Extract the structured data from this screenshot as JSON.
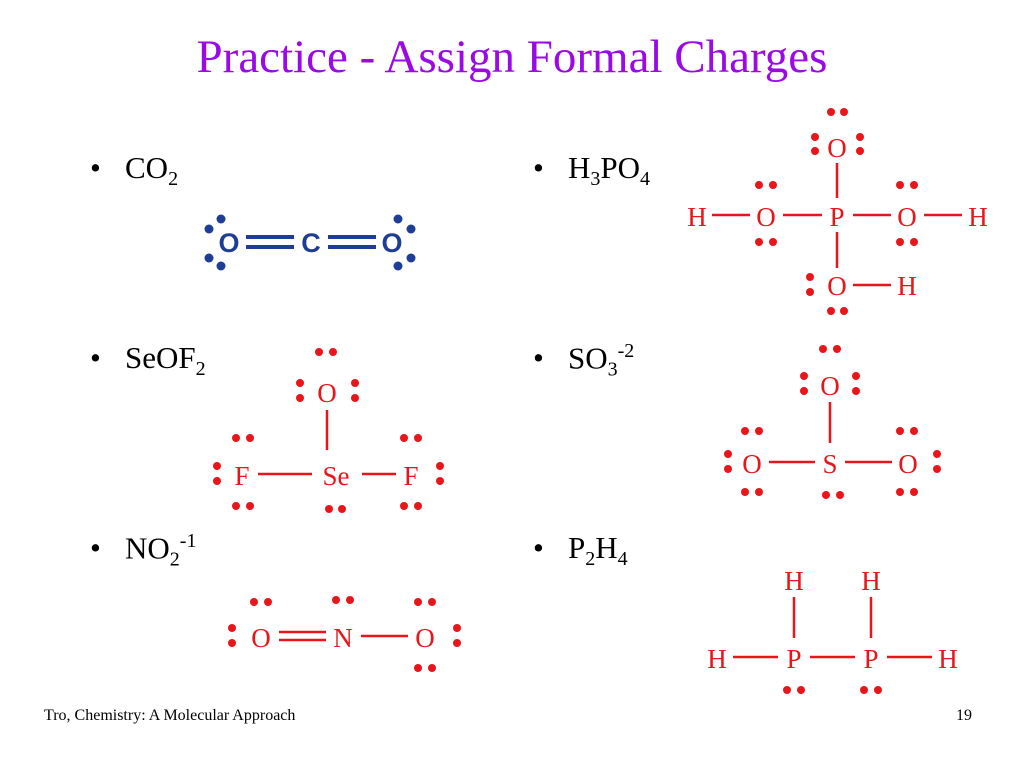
{
  "title": "Practice - Assign Formal Charges",
  "bullet": "•",
  "items": [
    {
      "base": "CO",
      "sub": "2",
      "sup": ""
    },
    {
      "base": "H",
      "sub": "3",
      "tail": "PO",
      "sub2": "4"
    },
    {
      "base": "SeOF",
      "sub": "2",
      "sup": ""
    },
    {
      "base": "SO",
      "sub": "3",
      "sup": "-2"
    },
    {
      "base": "NO",
      "sub": "2",
      "sup": "-1"
    },
    {
      "base": "P",
      "sub": "2",
      "tail": "H",
      "sub2": "4"
    }
  ],
  "molecules": {
    "co2": {
      "o_left": "O",
      "c": "C",
      "o_right": "O",
      "color": "#1E3E96"
    },
    "h3po4": {
      "h_left": "H",
      "o_left": "O",
      "p": "P",
      "o_right": "O",
      "h_right": "H",
      "o_top": "O",
      "o_bottom": "O",
      "h_bottom": "H",
      "color": "#E8161B"
    },
    "seof2": {
      "o": "O",
      "f_left": "F",
      "se": "Se",
      "f_right": "F",
      "color": "#E8161B"
    },
    "so3": {
      "o_top": "O",
      "o_left": "O",
      "s": "S",
      "o_right": "O",
      "color": "#E8161B"
    },
    "no2": {
      "o_left": "O",
      "n": "N",
      "o_right": "O",
      "color": "#E8161B"
    },
    "p2h4": {
      "h_top_left": "H",
      "h_top_right": "H",
      "h_left": "H",
      "p_left": "P",
      "p_right": "P",
      "h_right": "H",
      "color": "#E8161B"
    }
  },
  "footer": {
    "left": "Tro, Chemistry: A Molecular Approach",
    "page": "19"
  }
}
